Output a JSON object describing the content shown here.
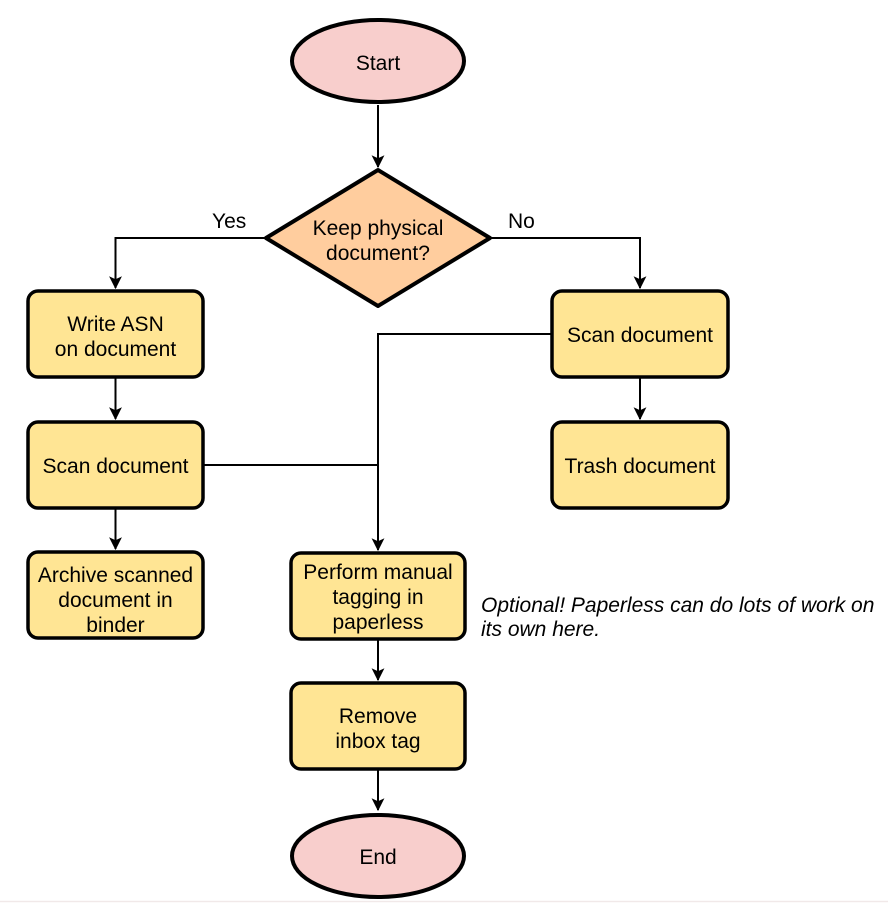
{
  "diagram": {
    "colors": {
      "terminal_fill": "#F8CECC",
      "decision_fill": "#FFCD9E",
      "process_fill": "#FFE594",
      "stroke": "#000000"
    },
    "nodes": {
      "start": {
        "label": "Start"
      },
      "decision": {
        "lines": [
          "Keep physical",
          "document?"
        ]
      },
      "write_asn": {
        "lines": [
          "Write ASN",
          "on document"
        ]
      },
      "scan_left": {
        "label": "Scan document"
      },
      "archive": {
        "lines": [
          "Archive scanned",
          "document in",
          "binder"
        ]
      },
      "scan_right": {
        "label": "Scan document"
      },
      "trash": {
        "label": "Trash document"
      },
      "tagging": {
        "lines": [
          "Perform manual",
          "tagging in",
          "paperless"
        ]
      },
      "remove_inbox": {
        "lines": [
          "Remove",
          "inbox tag"
        ]
      },
      "end": {
        "label": "End"
      }
    },
    "edge_labels": {
      "yes": "Yes",
      "no": "No"
    },
    "annotation": {
      "lines": [
        "Optional! Paperless can do lots of work on",
        "its own here."
      ]
    }
  }
}
